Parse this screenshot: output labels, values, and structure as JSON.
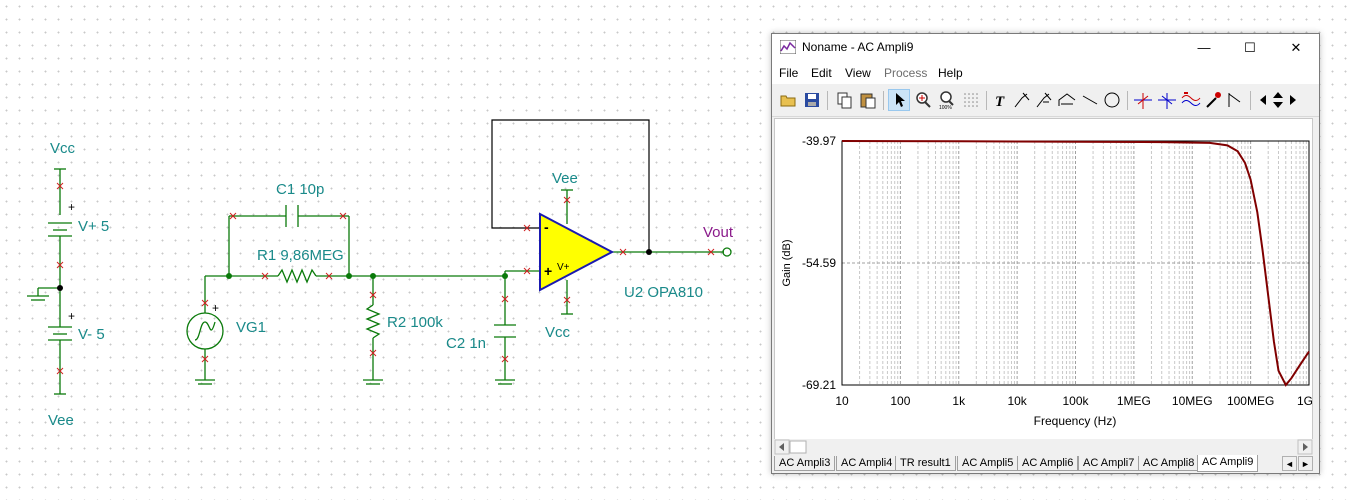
{
  "schematic": {
    "labels": {
      "vcc_top": "Vcc",
      "vplus": "V+ 5",
      "vminus": "V- 5",
      "vee_bottom": "Vee",
      "c1": "C1 10p",
      "r1": "R1 9,86MEG",
      "vg1": "VG1",
      "r2": "R2 100k",
      "c2": "C2 1n",
      "vee_op": "Vee",
      "vcc_op": "Vcc",
      "vout": "Vout",
      "u2": "U2 OPA810",
      "opamp_minus": "-",
      "opamp_plus": "+",
      "opamp_vplus": "V+",
      "plus_sign": "+"
    },
    "colors": {
      "wire": "#0a7a0a",
      "label": "#1a8a8a",
      "output": "#8a1a8a",
      "opamp_fill": "#ffff00",
      "opamp_stroke": "#1a1ab0"
    }
  },
  "window": {
    "title": "Noname - AC Ampli9",
    "controls": {
      "minimize": "—",
      "maximize": "☐",
      "close": "✕"
    },
    "menu": [
      {
        "label": "File",
        "enabled": true
      },
      {
        "label": "Edit",
        "enabled": true
      },
      {
        "label": "View",
        "enabled": true
      },
      {
        "label": "Process",
        "enabled": false
      },
      {
        "label": "Help",
        "enabled": true
      }
    ],
    "toolbar_icons": [
      "open-icon",
      "save-icon",
      "copy-icon",
      "paste-icon",
      "pointer-icon",
      "zoom-in-icon",
      "zoom-100-icon",
      "grid-icon",
      "text-icon",
      "cursor-a-icon",
      "cursor-b-icon",
      "curve-icon",
      "line-icon",
      "ellipse-icon",
      "marker-a-icon",
      "marker-b-icon",
      "signal-icon",
      "probe-icon",
      "flag-icon",
      "scroll-left-icon",
      "scroll-up-down-icon",
      "scroll-right-icon"
    ],
    "tabs": [
      {
        "label": "AC Ampli3",
        "active": false
      },
      {
        "label": "AC Ampli4",
        "active": false
      },
      {
        "label": "TR result1",
        "active": false
      },
      {
        "label": "AC Ampli5",
        "active": false
      },
      {
        "label": "AC Ampli6",
        "active": false
      },
      {
        "label": "AC Ampli7",
        "active": false
      },
      {
        "label": "AC Ampli8",
        "active": false
      },
      {
        "label": "AC Ampli9",
        "active": true
      }
    ],
    "scroll": {
      "left": "◄",
      "right": "►"
    }
  },
  "chart_data": {
    "type": "line",
    "xlabel": "Frequency (Hz)",
    "ylabel": "Gain (dB)",
    "x_scale": "log",
    "xlim": [
      10,
      1000000000
    ],
    "ylim": [
      -69.21,
      -39.97
    ],
    "x_ticks": [
      {
        "v": 10,
        "label": "10"
      },
      {
        "v": 100,
        "label": "100"
      },
      {
        "v": 1000,
        "label": "1k"
      },
      {
        "v": 10000,
        "label": "10k"
      },
      {
        "v": 100000,
        "label": "100k"
      },
      {
        "v": 1000000,
        "label": "1MEG"
      },
      {
        "v": 10000000,
        "label": "10MEG"
      },
      {
        "v": 100000000,
        "label": "100MEG"
      },
      {
        "v": 1000000000,
        "label": "1G"
      }
    ],
    "y_ticks": [
      {
        "v": -39.97,
        "label": "-39.97"
      },
      {
        "v": -54.59,
        "label": "-54.59"
      },
      {
        "v": -69.21,
        "label": "-69.21"
      }
    ],
    "grid": true,
    "series": [
      {
        "color": "#800000",
        "x": [
          10,
          1000,
          100000,
          3000000,
          20000000,
          40000000,
          60000000,
          80000000,
          100000000,
          130000000,
          160000000,
          200000000,
          250000000,
          300000000,
          400000000,
          500000000,
          700000000,
          1000000000
        ],
        "y": [
          -39.97,
          -40.0,
          -40.05,
          -40.1,
          -40.2,
          -40.5,
          -41.2,
          -42.6,
          -44.6,
          -48.5,
          -53.0,
          -58.5,
          -64.0,
          -67.5,
          -69.21,
          -68.4,
          -66.8,
          -65.2
        ]
      }
    ]
  }
}
